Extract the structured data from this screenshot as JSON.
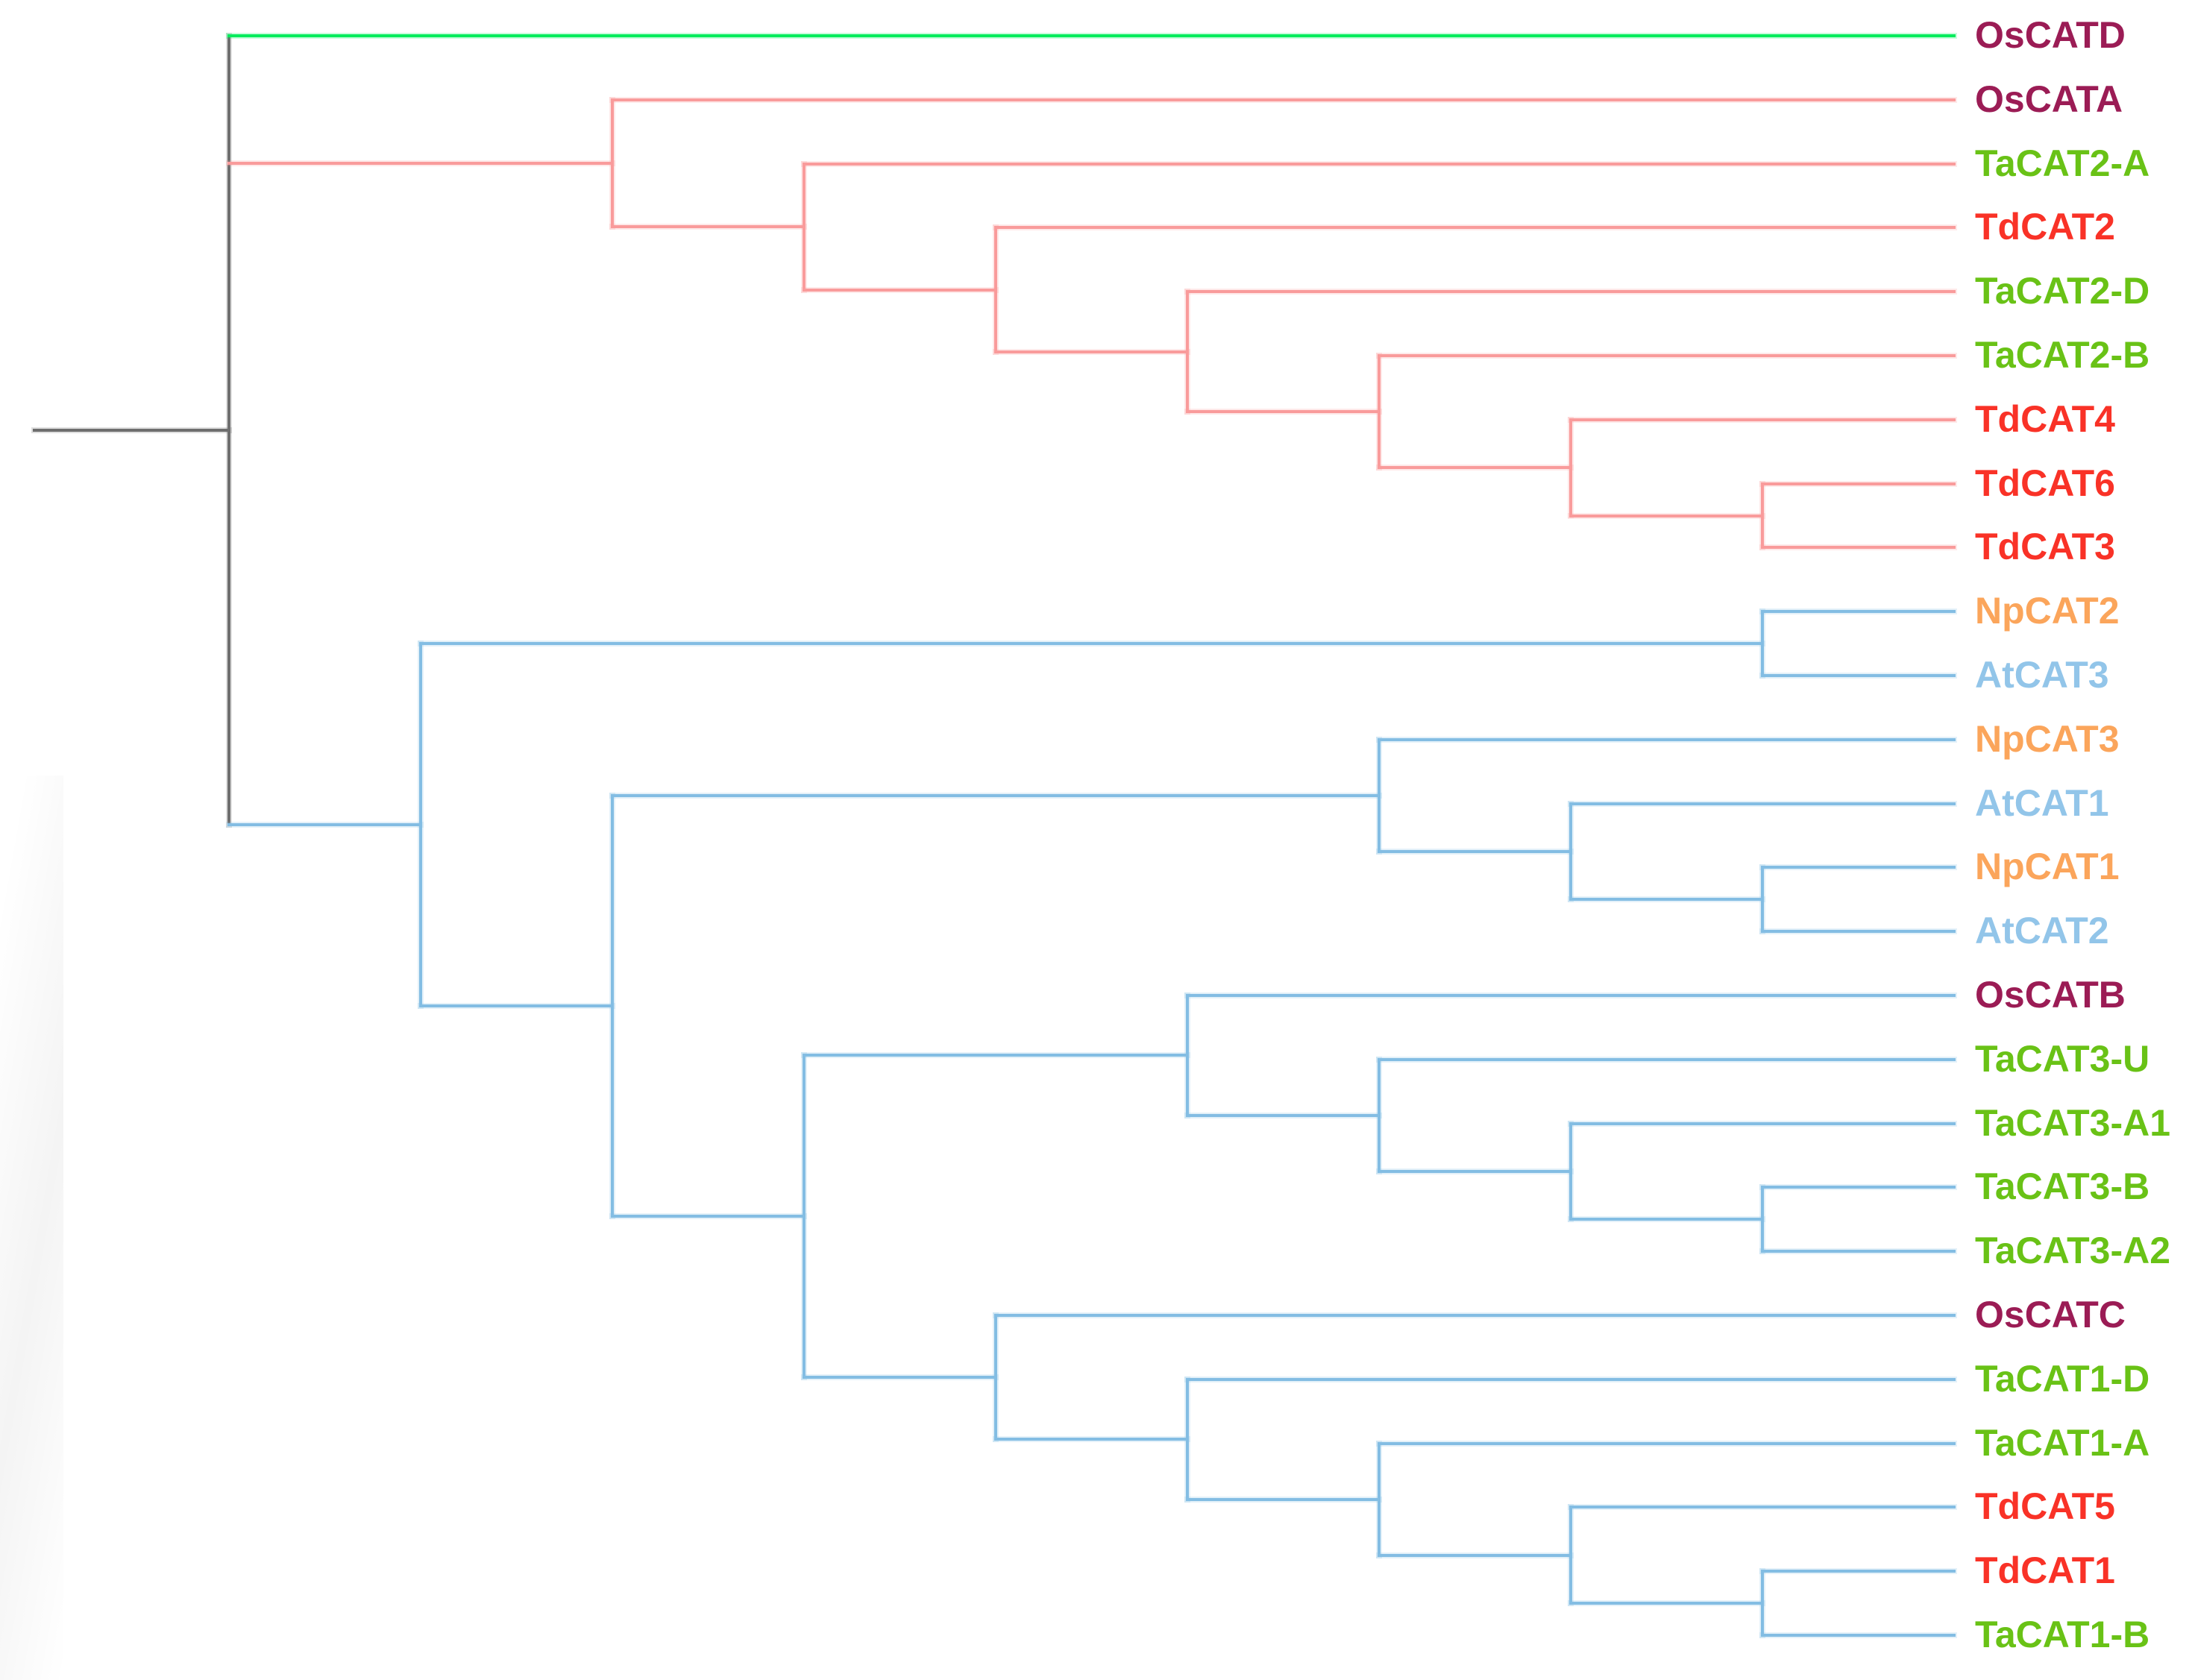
{
  "page": {
    "background": "#ffffff",
    "description": "Rectangular phylogenetic tree (cladogram) of plant catalase CAT genes, tips right-aligned with colored branch clades and colored taxon labels"
  },
  "palette": {
    "label_maroon": "#9B1C55",
    "label_green": "#69C216",
    "label_red": "#F93227",
    "label_orange": "#FBA55B",
    "label_blue": "#92C5E9",
    "branch_gray": "#6E6E6E",
    "branch_green": "#00EC5C",
    "branch_pink": "#F99B9B",
    "branch_blue": "#83BDE3"
  },
  "chart_data": {
    "type": "phylogenetic-tree",
    "orientation": "left-to-right, ultrametric (all tips aligned at right)",
    "grid": "off",
    "legend": "none",
    "newick": "(OsCATD,(OsCATA,(TaCAT2-A,(TdCAT2,(TaCAT2-D,(TaCAT2-B,(TdCAT4,(TdCAT6,TdCAT3))))))),((NpCAT2,AtCAT3),((NpCAT3,(AtCAT1,(NpCAT1,AtCAT2))),((OsCATB,(TaCAT3-U,(TaCAT3-A1,(TaCAT3-B,TaCAT3-A2)))),(OsCATC,(TaCAT1-D,(TaCAT1-A,(TdCAT5,(TdCAT1,TaCAT1-B)))))))));",
    "leaves_top_to_bottom": [
      {
        "name": "OsCATD",
        "label_color": "label_maroon"
      },
      {
        "name": "OsCATA",
        "label_color": "label_maroon"
      },
      {
        "name": "TaCAT2-A",
        "label_color": "label_green"
      },
      {
        "name": "TdCAT2",
        "label_color": "label_red"
      },
      {
        "name": "TaCAT2-D",
        "label_color": "label_green"
      },
      {
        "name": "TaCAT2-B",
        "label_color": "label_green"
      },
      {
        "name": "TdCAT4",
        "label_color": "label_red"
      },
      {
        "name": "TdCAT6",
        "label_color": "label_red"
      },
      {
        "name": "TdCAT3",
        "label_color": "label_red"
      },
      {
        "name": "NpCAT2",
        "label_color": "label_orange"
      },
      {
        "name": "AtCAT3",
        "label_color": "label_blue"
      },
      {
        "name": "NpCAT3",
        "label_color": "label_orange"
      },
      {
        "name": "AtCAT1",
        "label_color": "label_blue"
      },
      {
        "name": "NpCAT1",
        "label_color": "label_orange"
      },
      {
        "name": "AtCAT2",
        "label_color": "label_blue"
      },
      {
        "name": "OsCATB",
        "label_color": "label_maroon"
      },
      {
        "name": "TaCAT3-U",
        "label_color": "label_green"
      },
      {
        "name": "TaCAT3-A1",
        "label_color": "label_green"
      },
      {
        "name": "TaCAT3-B",
        "label_color": "label_green"
      },
      {
        "name": "TaCAT3-A2",
        "label_color": "label_green"
      },
      {
        "name": "OsCATC",
        "label_color": "label_maroon"
      },
      {
        "name": "TaCAT1-D",
        "label_color": "label_green"
      },
      {
        "name": "TaCAT1-A",
        "label_color": "label_green"
      },
      {
        "name": "TdCAT5",
        "label_color": "label_red"
      },
      {
        "name": "TdCAT1",
        "label_color": "label_red"
      },
      {
        "name": "TaCAT1-B",
        "label_color": "label_green"
      }
    ],
    "topology": {
      "branch_color": "branch_gray",
      "children": [
        {
          "leaf": "OsCATD",
          "branch_color": "branch_green"
        },
        {
          "branch_color": "branch_pink",
          "children": [
            {
              "leaf": "OsCATA"
            },
            {
              "children": [
                {
                  "leaf": "TaCAT2-A"
                },
                {
                  "children": [
                    {
                      "leaf": "TdCAT2"
                    },
                    {
                      "children": [
                        {
                          "leaf": "TaCAT2-D"
                        },
                        {
                          "children": [
                            {
                              "leaf": "TaCAT2-B"
                            },
                            {
                              "children": [
                                {
                                  "leaf": "TdCAT4"
                                },
                                {
                                  "children": [
                                    {
                                      "leaf": "TdCAT6"
                                    },
                                    {
                                      "leaf": "TdCAT3"
                                    }
                                  ]
                                }
                              ]
                            }
                          ]
                        }
                      ]
                    }
                  ]
                }
              ]
            }
          ]
        },
        {
          "branch_color": "branch_blue",
          "children": [
            {
              "children": [
                {
                  "leaf": "NpCAT2"
                },
                {
                  "leaf": "AtCAT3"
                }
              ]
            },
            {
              "children": [
                {
                  "children": [
                    {
                      "leaf": "NpCAT3"
                    },
                    {
                      "children": [
                        {
                          "leaf": "AtCAT1"
                        },
                        {
                          "children": [
                            {
                              "leaf": "NpCAT1"
                            },
                            {
                              "leaf": "AtCAT2"
                            }
                          ]
                        }
                      ]
                    }
                  ]
                },
                {
                  "children": [
                    {
                      "children": [
                        {
                          "leaf": "OsCATB"
                        },
                        {
                          "children": [
                            {
                              "leaf": "TaCAT3-U"
                            },
                            {
                              "children": [
                                {
                                  "leaf": "TaCAT3-A1"
                                },
                                {
                                  "children": [
                                    {
                                      "leaf": "TaCAT3-B"
                                    },
                                    {
                                      "leaf": "TaCAT3-A2"
                                    }
                                  ]
                                }
                              ]
                            }
                          ]
                        }
                      ]
                    },
                    {
                      "children": [
                        {
                          "leaf": "OsCATC"
                        },
                        {
                          "children": [
                            {
                              "leaf": "TaCAT1-D"
                            },
                            {
                              "children": [
                                {
                                  "leaf": "TaCAT1-A"
                                },
                                {
                                  "children": [
                                    {
                                      "leaf": "TdCAT5"
                                    },
                                    {
                                      "children": [
                                        {
                                          "leaf": "TdCAT1"
                                        },
                                        {
                                          "leaf": "TaCAT1-B"
                                        }
                                      ]
                                    }
                                  ]
                                }
                              ]
                            }
                          ]
                        }
                      ]
                    }
                  ]
                }
              ]
            }
          ]
        }
      ]
    }
  }
}
